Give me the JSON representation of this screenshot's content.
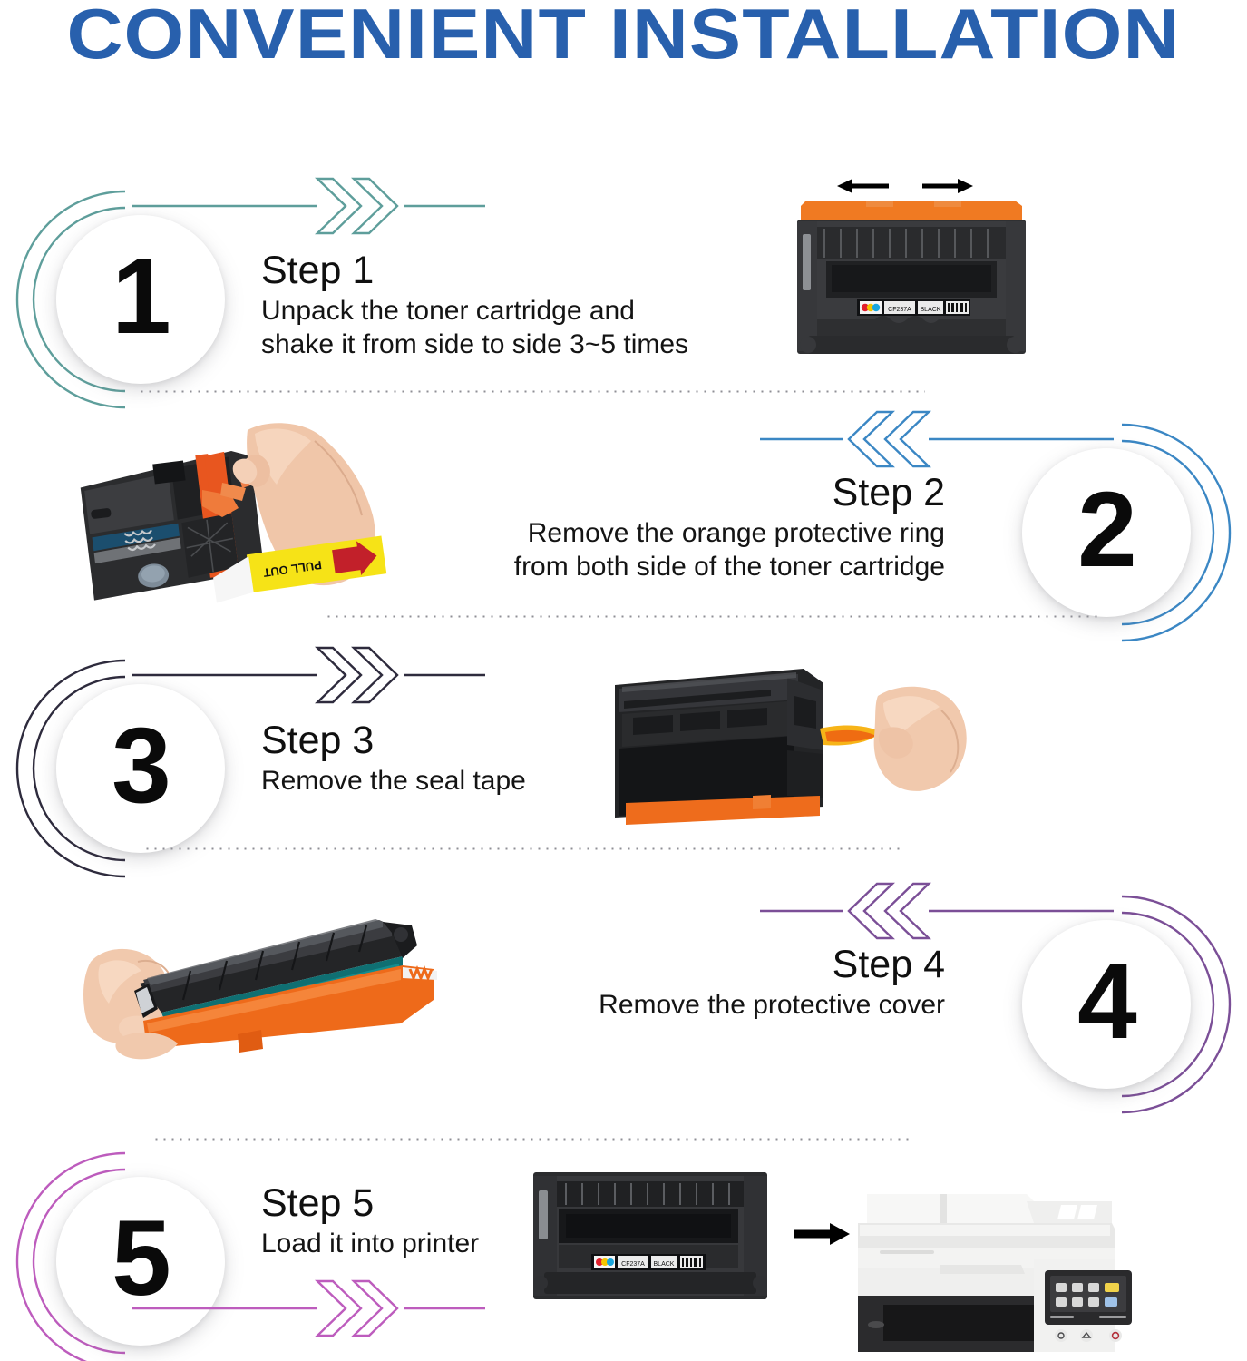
{
  "title": "CONVENIENT INSTALLATION",
  "colors": {
    "title_blue": "#2860ad",
    "step1_accent": "#5e9e9b",
    "step2_accent": "#3b87c4",
    "step3_accent": "#2e2b3d",
    "step4_accent": "#7b4f97",
    "step5_accent": "#bd5cbd",
    "divider_dot": "#8f8f96",
    "cartridge_body": "#2b2b2d",
    "cartridge_orange": "#f07a22",
    "seal_tape_yellow": "#f5c21a",
    "pull_tag_yellow": "#f5e11a",
    "pull_tag_arrow": "#c2202a",
    "drum_teal": "#0f6b6b",
    "printer_body": "#f2f2f1",
    "printer_base": "#2a2a2c"
  },
  "steps": [
    {
      "number": "1",
      "heading": "Step 1",
      "description": "Unpack the toner cartridge and\nshake it from side to side 3~5 times",
      "accent": "#5e9e9b",
      "badge_side": "left",
      "chevron_direction": "right",
      "connector_position": "above",
      "image": "toner-cartridge-front-with-shake-arrows"
    },
    {
      "number": "2",
      "heading": "Step 2",
      "description": "Remove the orange protective ring\nfrom both side of the toner cartridge",
      "accent": "#3b87c4",
      "badge_side": "right",
      "chevron_direction": "left",
      "connector_position": "above",
      "image": "hand-pulling-orange-protective-ring"
    },
    {
      "number": "3",
      "heading": "Step 3",
      "description": "Remove the seal tape",
      "accent": "#2e2b3d",
      "badge_side": "left",
      "chevron_direction": "right",
      "connector_position": "above",
      "image": "hand-pulling-seal-tape"
    },
    {
      "number": "4",
      "heading": "Step 4",
      "description": "Remove the protective cover",
      "accent": "#7b4f97",
      "badge_side": "right",
      "chevron_direction": "left",
      "connector_position": "above",
      "image": "hand-holding-cartridge-with-orange-cover"
    },
    {
      "number": "5",
      "heading": "Step 5",
      "description": "Load it into printer",
      "accent": "#bd5cbd",
      "badge_side": "left",
      "chevron_direction": "right",
      "connector_position": "below",
      "image": "cartridge-arrow-printer"
    }
  ],
  "labels": {
    "cartridge_model": "CF237A",
    "cartridge_color": "BLACK",
    "pull_out_tag": "PULL OUT"
  }
}
